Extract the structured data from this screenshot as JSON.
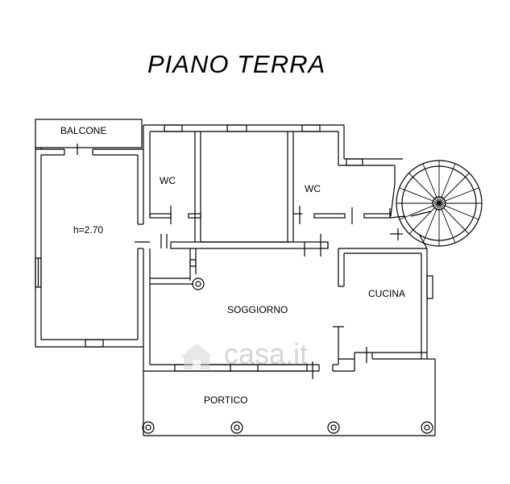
{
  "title": "PIANO TERRA",
  "rooms": {
    "balcone": "BALCONE",
    "wc_left": "WC",
    "wc_right": "WC",
    "height": "h=2.70",
    "soggiorno": "SOGGIORNO",
    "cucina": "CUCINA",
    "portico": "PORTICO"
  },
  "watermark": {
    "text": "casa.it",
    "icon": "house-logo-icon",
    "color": "#b4b4b4"
  },
  "colors": {
    "ink": "#000000",
    "paper": "#ffffff"
  }
}
